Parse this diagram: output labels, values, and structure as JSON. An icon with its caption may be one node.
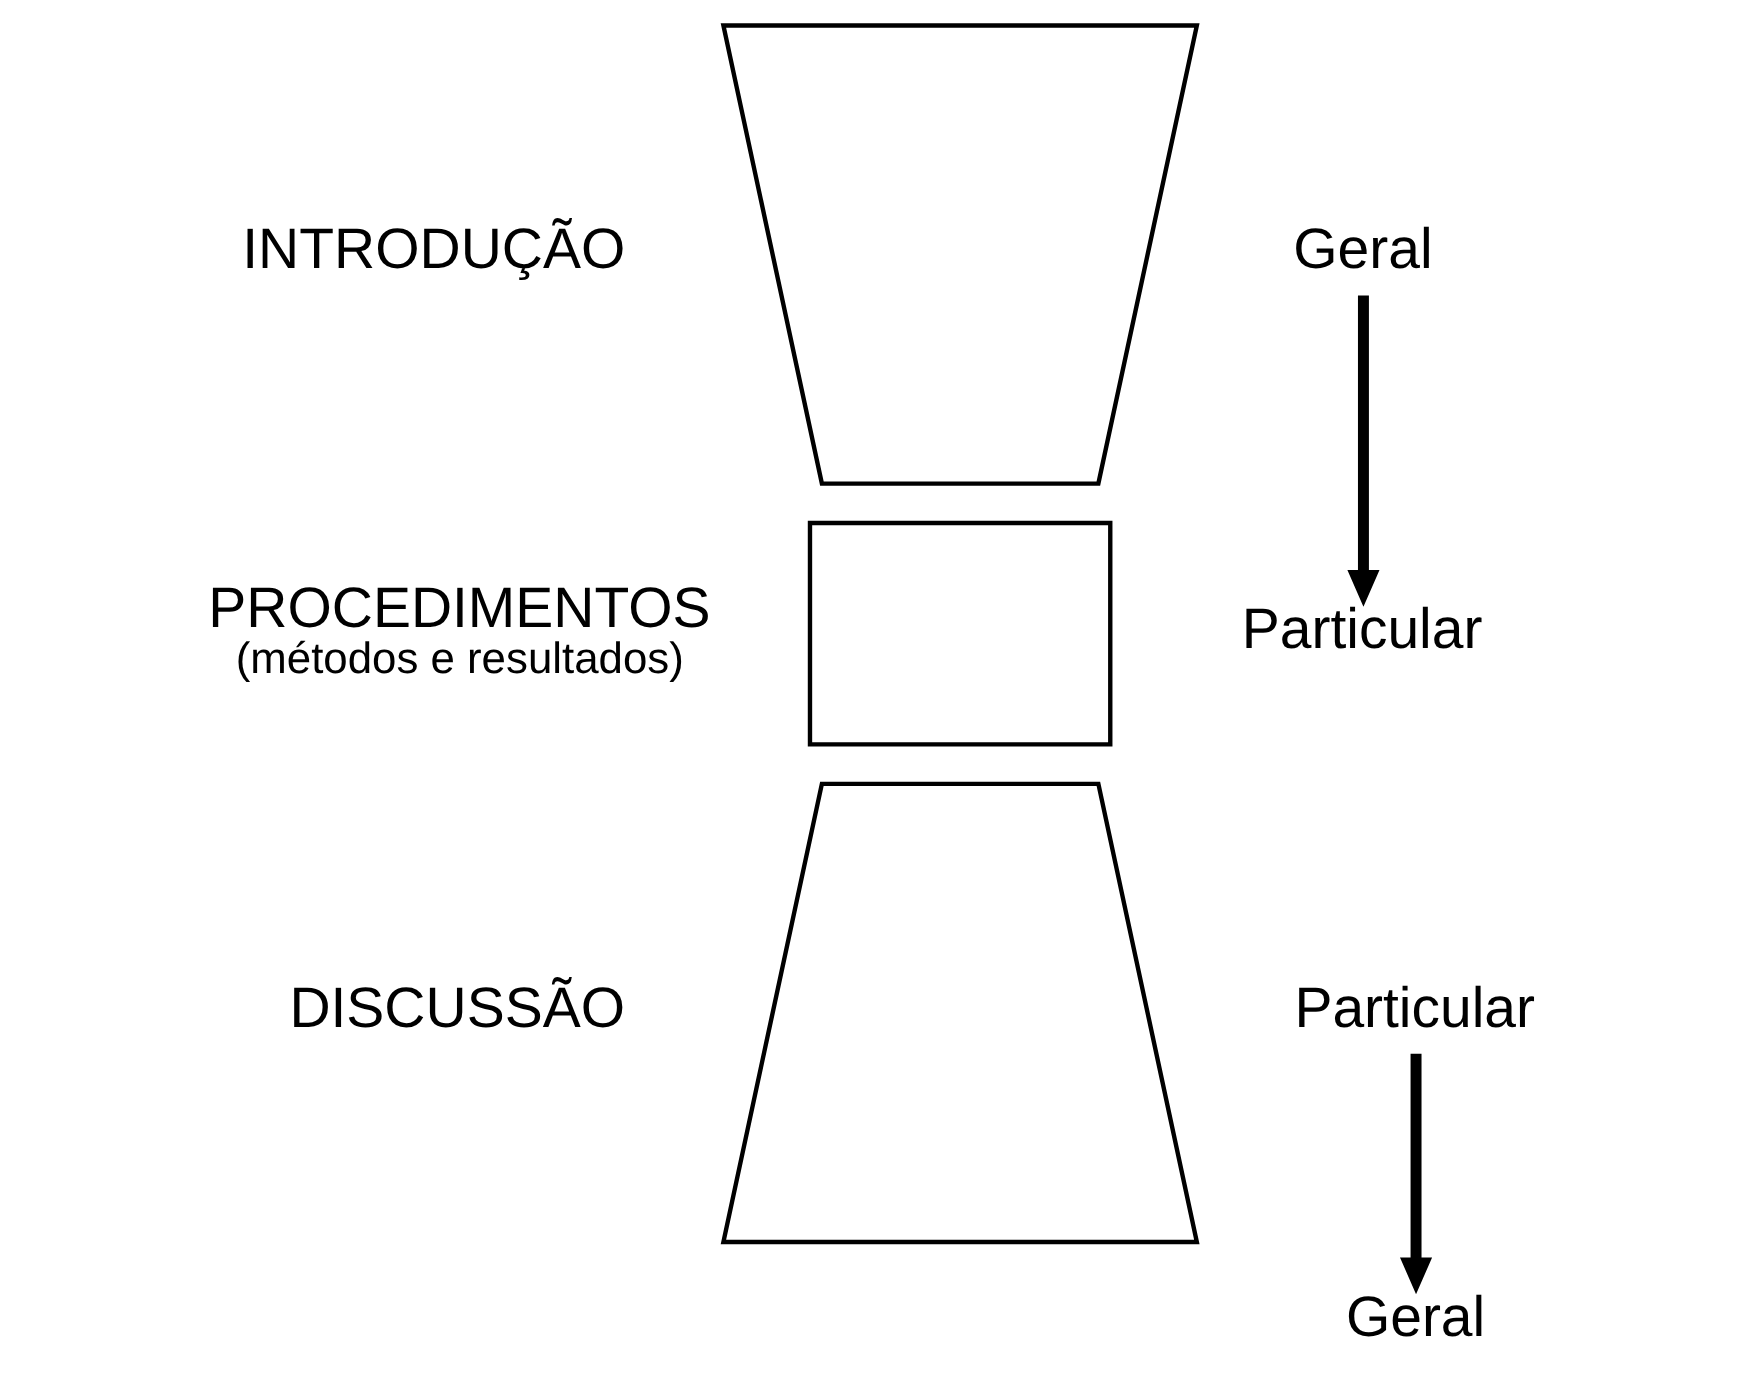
{
  "diagram": {
    "nodes": [
      {
        "text": [],
        "shape": "trapezoid",
        "beside": [
          "INTRODUÇÃO"
        ]
      },
      {
        "text": [
          "Geral"
        ]
      },
      {
        "text": [
          "Particular"
        ]
      },
      {
        "text": [],
        "shape": "box",
        "beside": [
          "PROCEDIMENTOS",
          "(métodos e resultados)"
        ]
      },
      {
        "text": [],
        "shape": "trapezoid",
        "beside": [
          "DISCUSSÃO"
        ]
      },
      {
        "text": [
          "Particular"
        ]
      },
      {
        "text": [
          "Geral"
        ]
      }
    ],
    "edges": [
      {
        "from": 1,
        "to": 2,
        "arrow": "to"
      },
      {
        "from": 5,
        "to": 6,
        "arrow": "to"
      }
    ]
  }
}
